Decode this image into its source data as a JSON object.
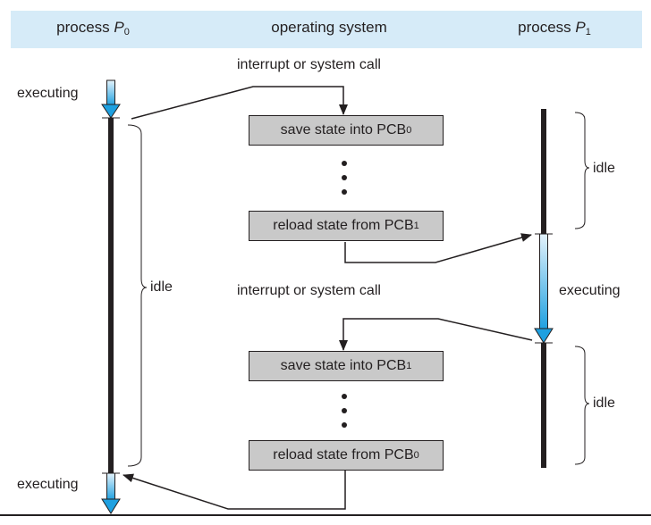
{
  "header": {
    "left": {
      "text": "process ",
      "name": "P",
      "sub": "0"
    },
    "center": {
      "text": "operating system"
    },
    "right": {
      "text": "process ",
      "name": "P",
      "sub": "1"
    }
  },
  "labels": {
    "interrupt_top": "interrupt or system call",
    "interrupt_mid": "interrupt or system call",
    "p0_executing_top": "executing",
    "p0_executing_bottom": "executing",
    "p0_idle": "idle",
    "p1_idle_top": "idle",
    "p1_executing": "executing",
    "p1_idle_bottom": "idle"
  },
  "boxes": {
    "save_pcb0": {
      "text": "save state into PCB",
      "sub": "0"
    },
    "reload_pcb1": {
      "text": "reload state from PCB",
      "sub": "1"
    },
    "save_pcb1": {
      "text": "save state into PCB",
      "sub": "1"
    },
    "reload_pcb0": {
      "text": "reload state from PCB",
      "sub": "0"
    }
  },
  "colors": {
    "header_bg": "#d6ebf8",
    "box_bg": "#c9c9c9",
    "line": "#231f20",
    "exec_arrow_light": "#e3f2fb",
    "exec_arrow_dark": "#1ea0e0"
  }
}
